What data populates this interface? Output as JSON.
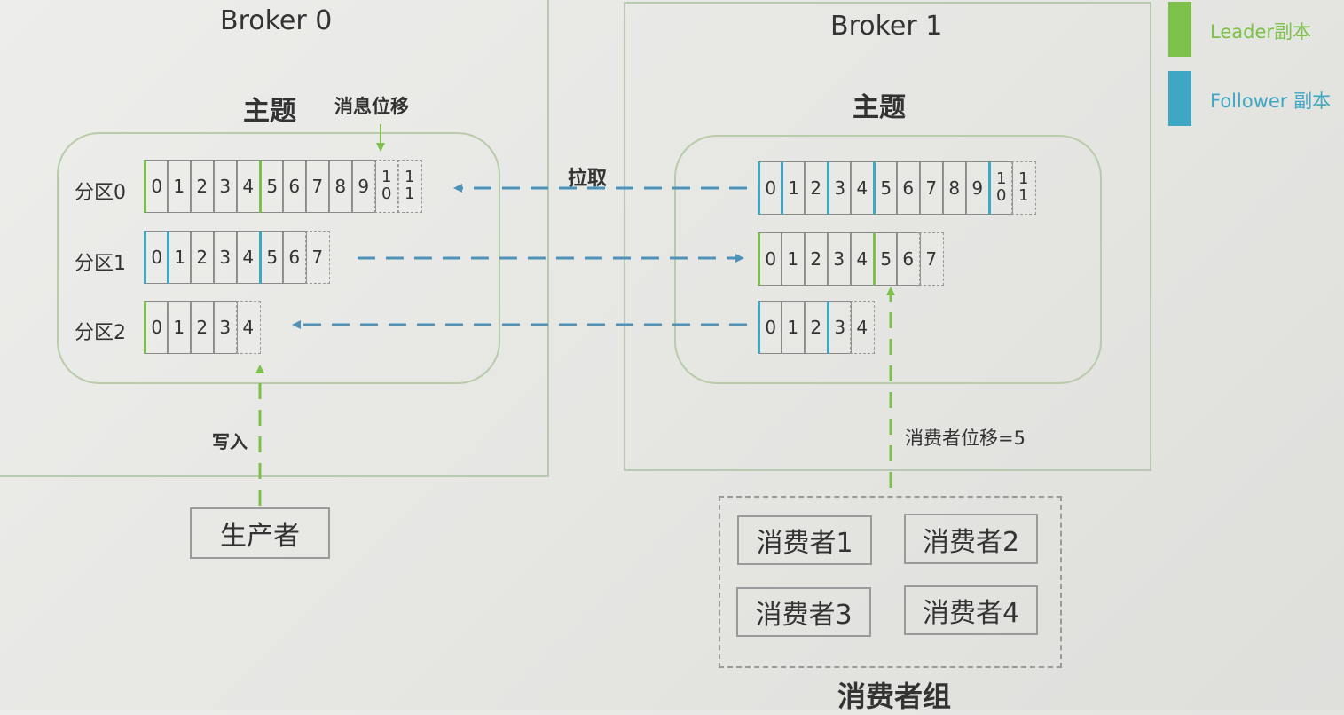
{
  "broker0": {
    "title": "Broker 0",
    "topic": "主题"
  },
  "broker1": {
    "title": "Broker 1",
    "topic": "主题"
  },
  "legend": {
    "leader_label": "Leader副本",
    "follower_label": "Follower 副本",
    "leader_color": "#7dc04a",
    "follower_color": "#3fa6c4"
  },
  "labels": {
    "message_offset": "消息位移",
    "pull": "拉取",
    "write": "写入",
    "consumer_offset": "消费者位移=5",
    "producer": "生产者",
    "consumer_group": "消费者组"
  },
  "partitions": [
    {
      "name": "分区0"
    },
    {
      "name": "分区1"
    },
    {
      "name": "分区2"
    }
  ],
  "consumers": [
    "消费者1",
    "消费者2",
    "消费者3",
    "消费者4"
  ]
}
